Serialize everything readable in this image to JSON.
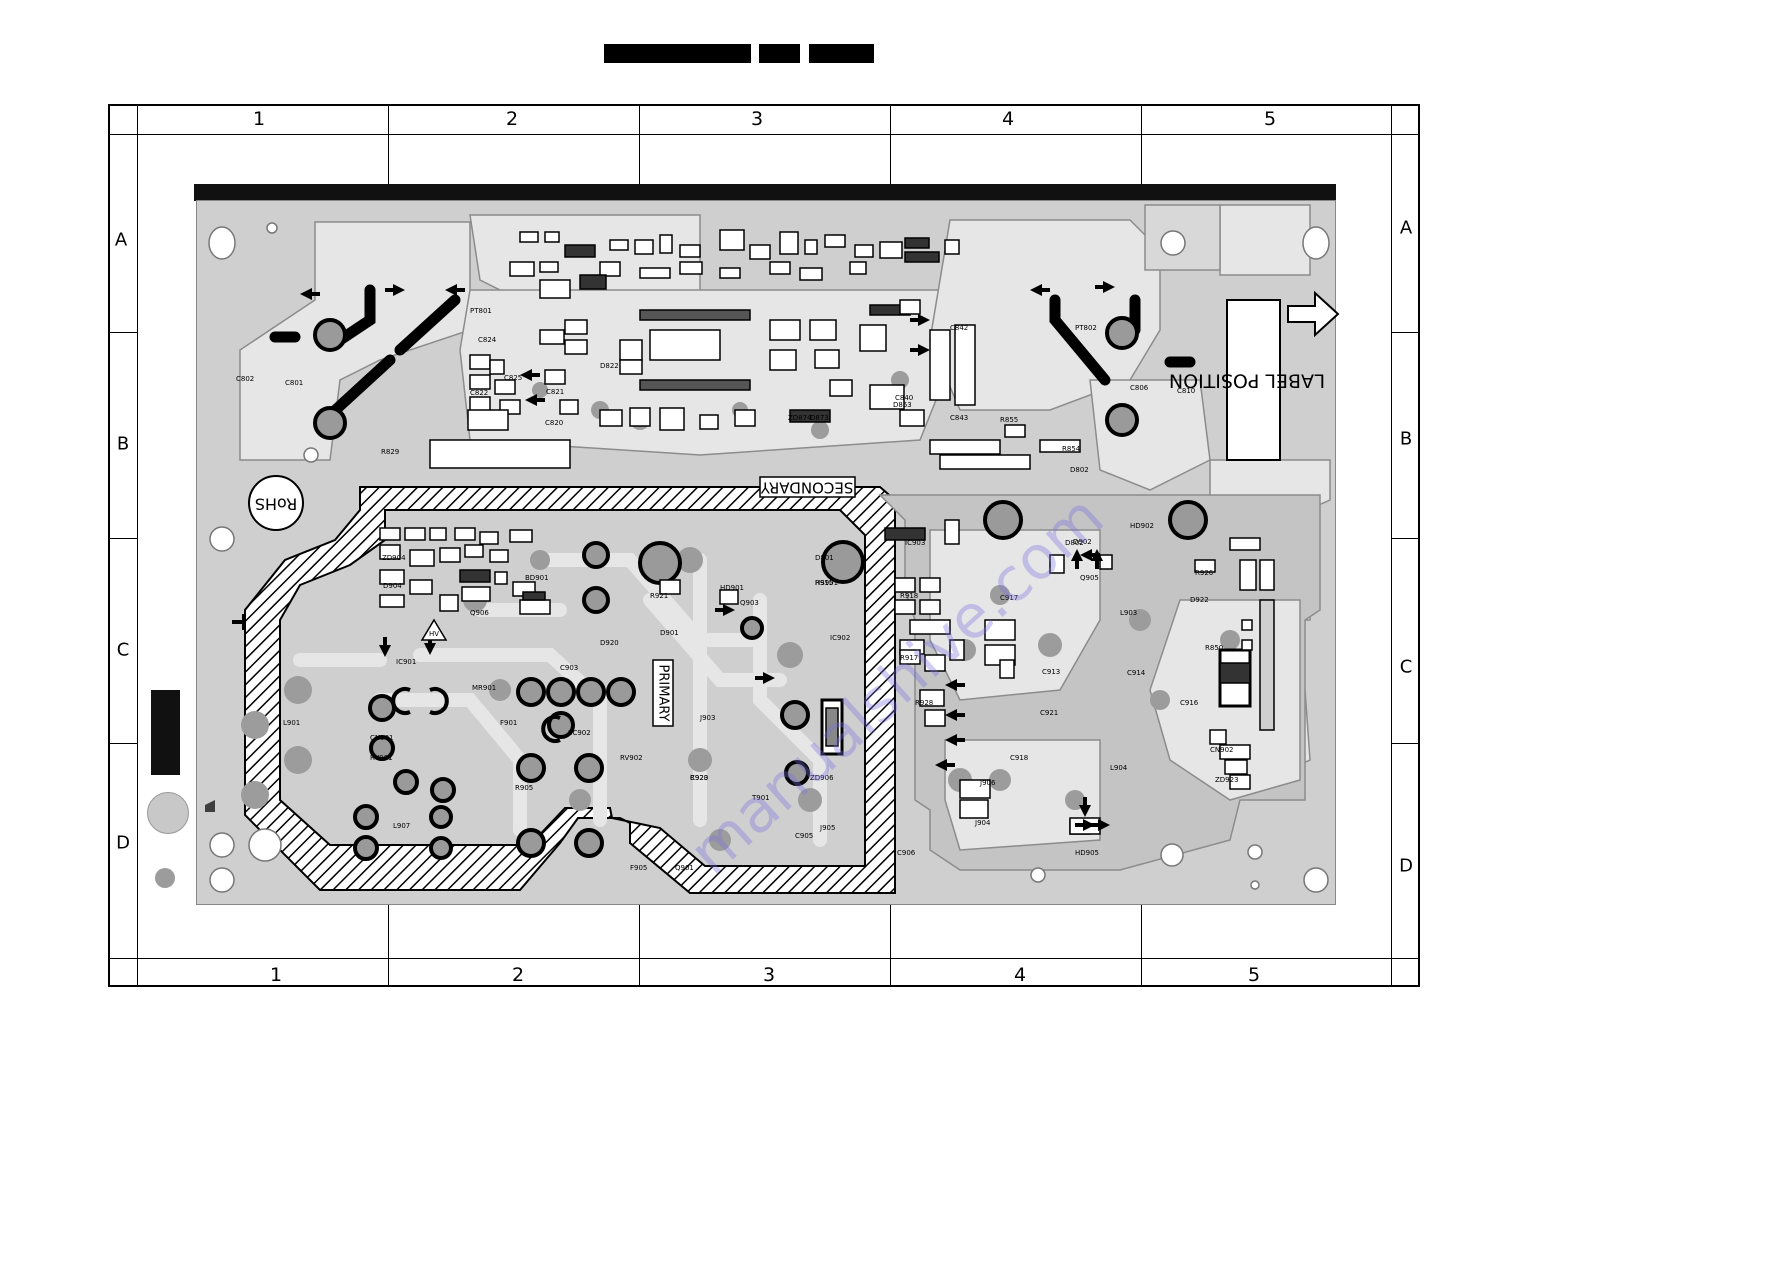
{
  "grid": {
    "columns_top": [
      "1",
      "2",
      "3",
      "4",
      "5"
    ],
    "columns_bottom": [
      "1",
      "2",
      "3",
      "4",
      "5"
    ],
    "rows_left": [
      "A",
      "B",
      "C",
      "D"
    ],
    "rows_right": [
      "A",
      "B",
      "C",
      "D"
    ]
  },
  "board": {
    "label_position": "LABEL POSITION",
    "secondary": "SECONDARY",
    "primary": "PRIMARY",
    "rohs": "RoHS",
    "hv": "HV"
  },
  "components": [
    "PT801",
    "PT802",
    "C802",
    "C801",
    "C806",
    "C810",
    "R829",
    "C820",
    "C821",
    "C822",
    "C824",
    "C825",
    "D822",
    "C840",
    "C843",
    "C842",
    "D853",
    "R855",
    "R854",
    "D802",
    "D802",
    "ZD874",
    "D873",
    "HD902",
    "IC903",
    "D902",
    "C913",
    "L903",
    "C914",
    "C916",
    "C917",
    "C918",
    "C921",
    "CN902",
    "ZD923",
    "L904",
    "HD905",
    "C905",
    "C906",
    "J905",
    "T901",
    "C920",
    "D801",
    "IC902",
    "HS901",
    "Q903",
    "R921",
    "R923",
    "D920",
    "C903",
    "BD901",
    "D904",
    "ZD904",
    "Q906",
    "IC901",
    "MR901",
    "F901",
    "SC902",
    "RV902",
    "L901",
    "CN901",
    "RV901",
    "R905",
    "L907",
    "F905",
    "Q901",
    "D901",
    "J903",
    "ZD906",
    "R915",
    "HD901",
    "Q905",
    "J906",
    "J904",
    "R917",
    "R918",
    "R928",
    "R926",
    "D922",
    "R850",
    "R853",
    "C929"
  ],
  "colors": {
    "board": "#cfcfcf",
    "trace": "#a9a9a9",
    "copper": "#e2e2e2",
    "ink": "#000000",
    "watermark": "#7a6fe0"
  }
}
